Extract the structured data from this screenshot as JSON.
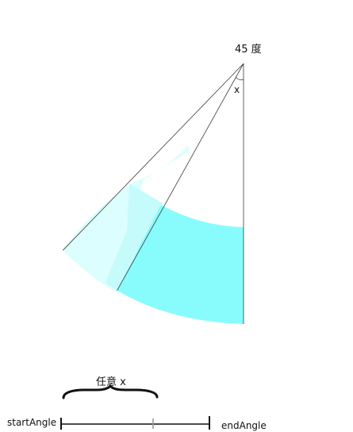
{
  "labels": {
    "angle": "45 度",
    "x": "x",
    "brace": "任意 x",
    "start": "startAngle",
    "end": "endAngle"
  },
  "colors": {
    "light_fill": "#dcfefe",
    "mid_fill": "#b8fafa",
    "dark_fill": "#88fcfc",
    "line": "#3a3a3a",
    "marker": "#999999"
  }
}
